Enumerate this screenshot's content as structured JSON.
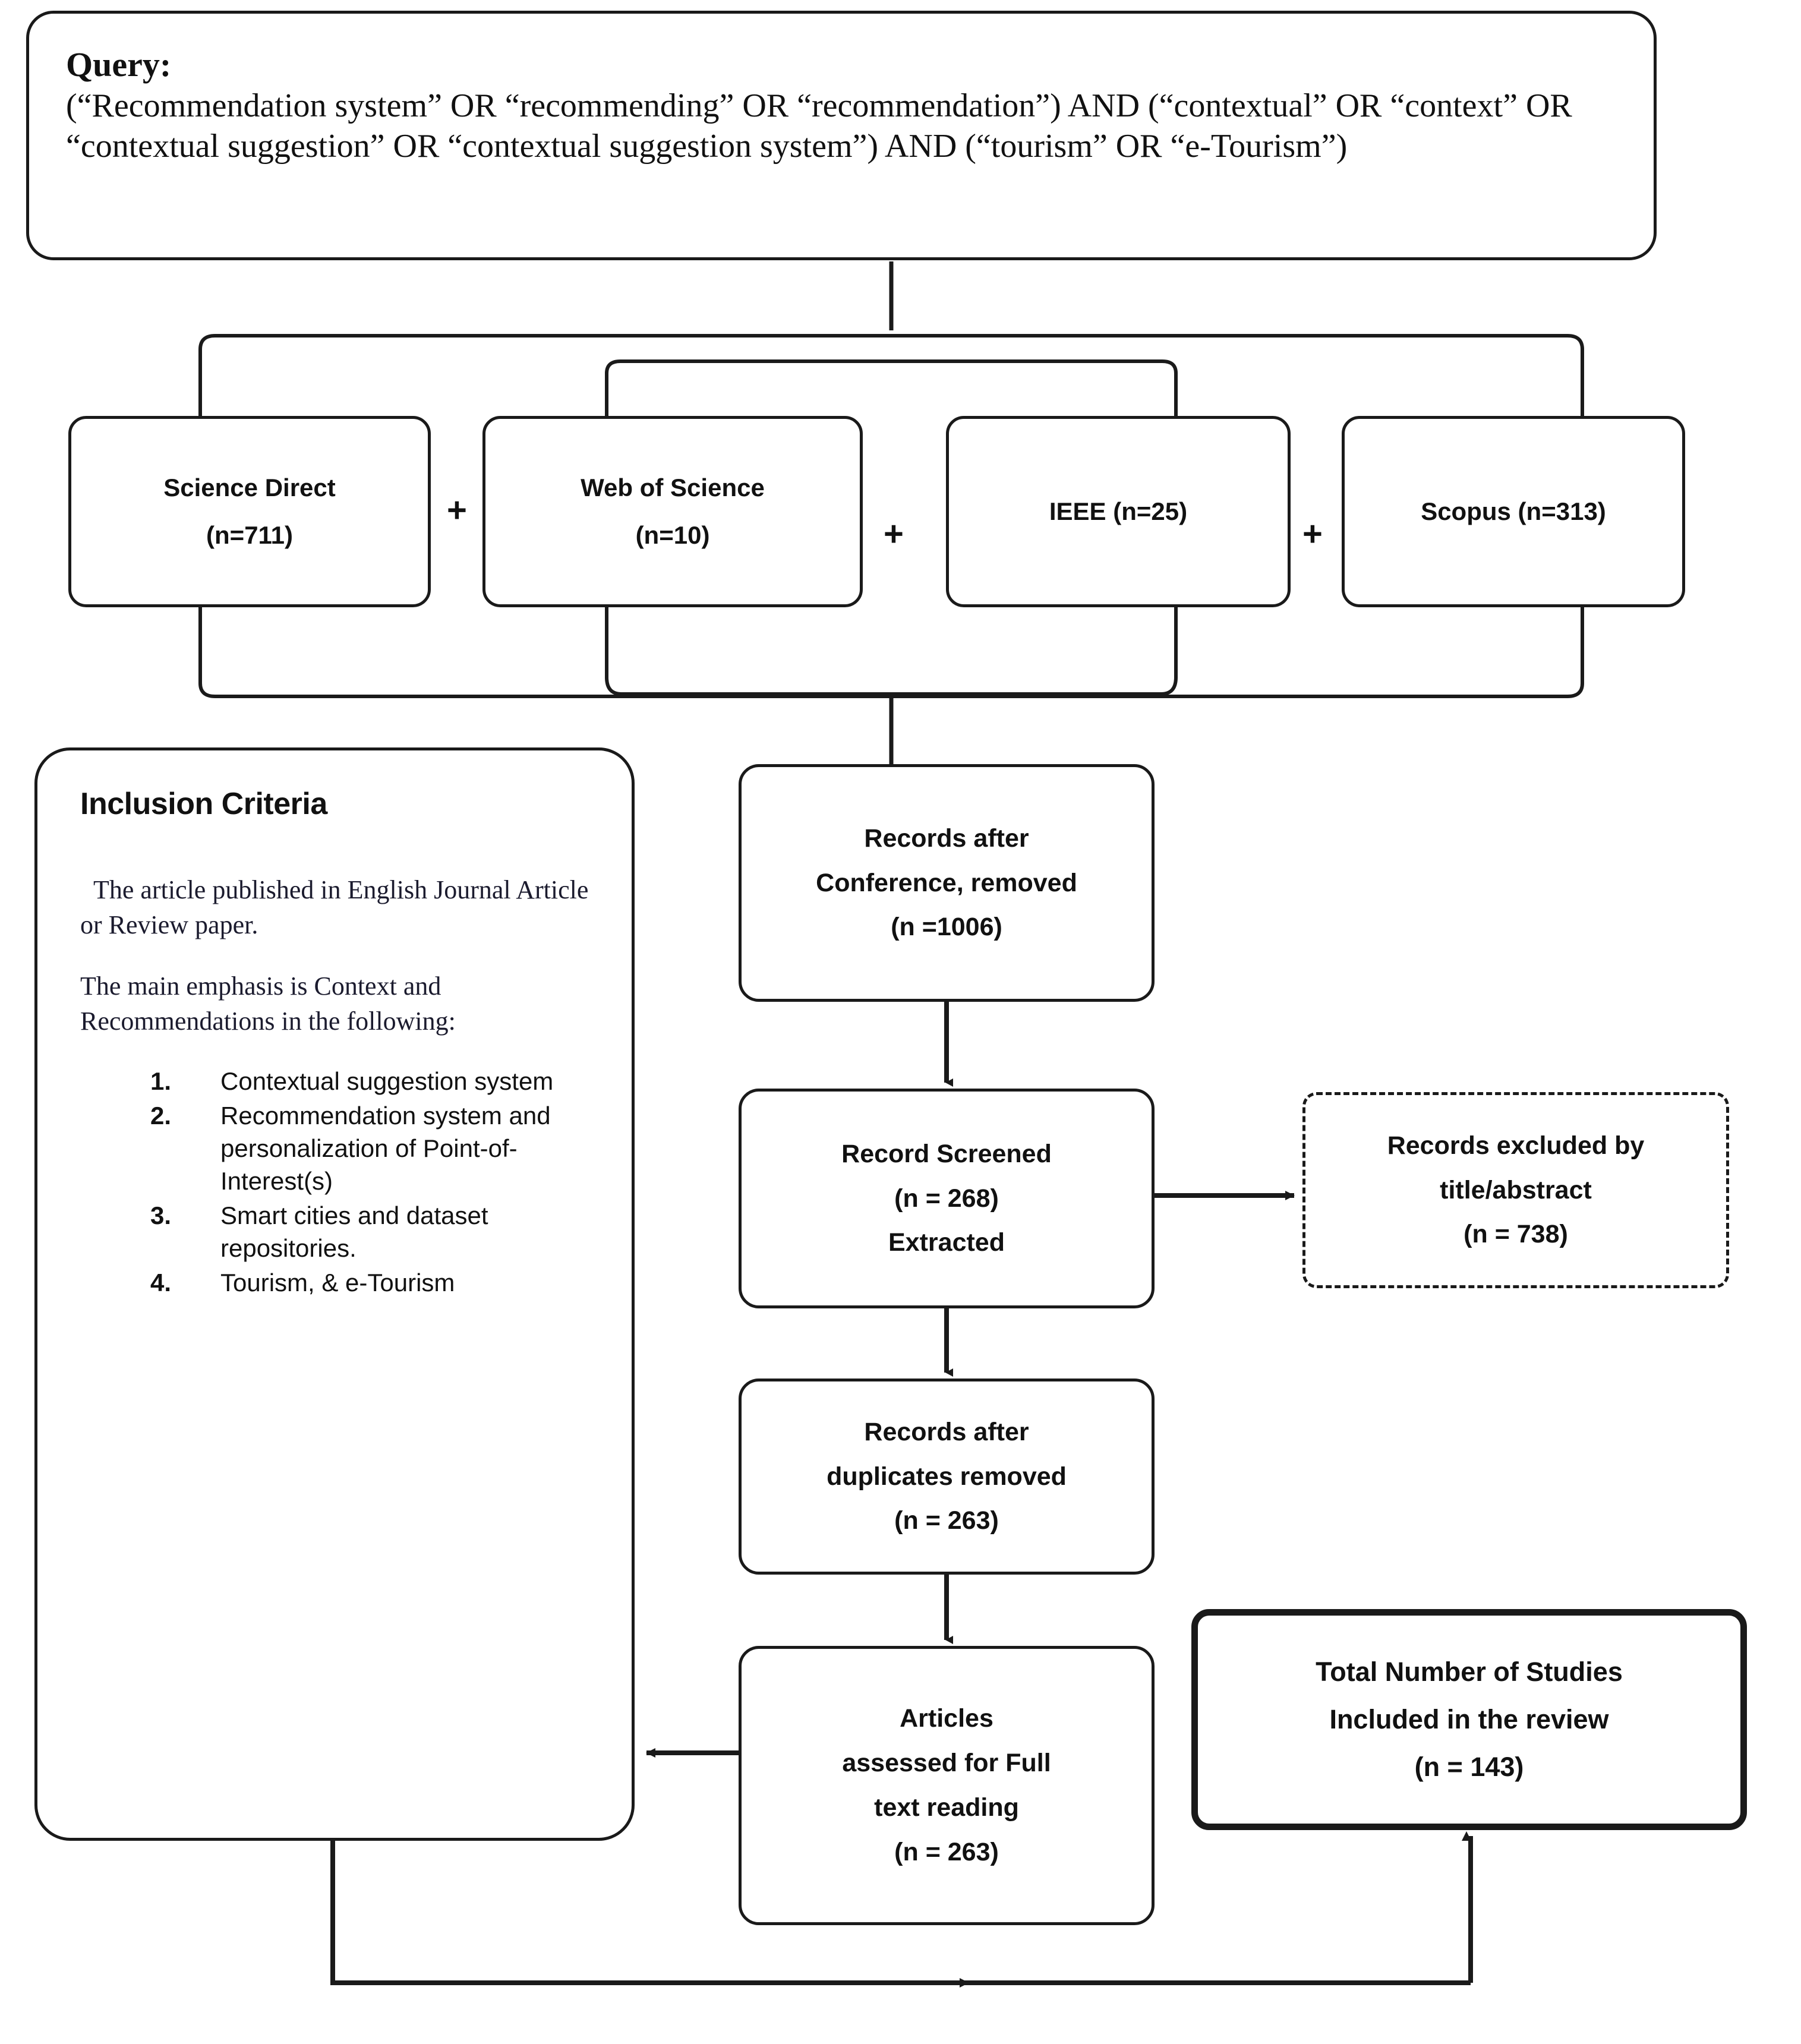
{
  "diagram": {
    "title": "PRISMA literature selection flow diagram",
    "stroke_color": "#1a1a1a",
    "background": "#ffffff"
  },
  "query": {
    "label": "Query:",
    "text": "(“Recommendation system” OR “recommending” OR “recommendation”) AND (“contextual” OR “context” OR “contextual suggestion” OR “contextual suggestion system”) AND (“tourism” OR “e-Tourism”)"
  },
  "sources": {
    "operator": "+",
    "items": [
      {
        "name": "Science Direct",
        "count": "(n=711)"
      },
      {
        "name": "Web of Science",
        "count": "(n=10)"
      },
      {
        "name": "IEEE (n=25)",
        "count": ""
      },
      {
        "name": "Scopus (n=313)",
        "count": ""
      }
    ]
  },
  "inclusion": {
    "title": "Inclusion Criteria",
    "paragraph_1": "The article published in English Journal Article or Review paper.",
    "paragraph_2": "The main emphasis is Context and Recommendations in the following:",
    "list": [
      {
        "num": "1.",
        "text": "Contextual suggestion system"
      },
      {
        "num": "2.",
        "text": "Recommendation system and personalization of Point-of-Interest(s)"
      },
      {
        "num": "3.",
        "text": "Smart cities and dataset repositories."
      },
      {
        "num": "4.",
        "text": "Tourism, & e-Tourism"
      }
    ]
  },
  "flow": {
    "conference": {
      "line1": "Records after",
      "line2": "Conference, removed",
      "line3": "(n =1006)"
    },
    "screened": {
      "line1": "Record Screened",
      "line2": "(n = 268)",
      "line3": "Extracted"
    },
    "excluded": {
      "line1": "Records excluded by",
      "line2": "title/abstract",
      "line3": "(n = 738)"
    },
    "duplicates": {
      "line1": "Records after",
      "line2": "duplicates removed",
      "line3": "(n = 263)"
    },
    "fulltext": {
      "line1": "Articles",
      "line2": "assessed for Full",
      "line3": "text reading",
      "line4": "(n = 263)"
    },
    "total": {
      "line1": "Total Number of Studies",
      "line2": "Included in the review",
      "line3": "(n = 143)"
    }
  },
  "chart_data": {
    "type": "table",
    "title": "PRISMA record counts",
    "categories": [
      "Science Direct",
      "Web of Science",
      "IEEE",
      "Scopus",
      "Records after Conference removed",
      "Record Screened Extracted",
      "Records excluded by title/abstract",
      "Records after duplicates removed",
      "Articles assessed for Full text reading",
      "Total studies included in review"
    ],
    "values": [
      711,
      10,
      25,
      313,
      1006,
      268,
      738,
      263,
      263,
      143
    ]
  }
}
